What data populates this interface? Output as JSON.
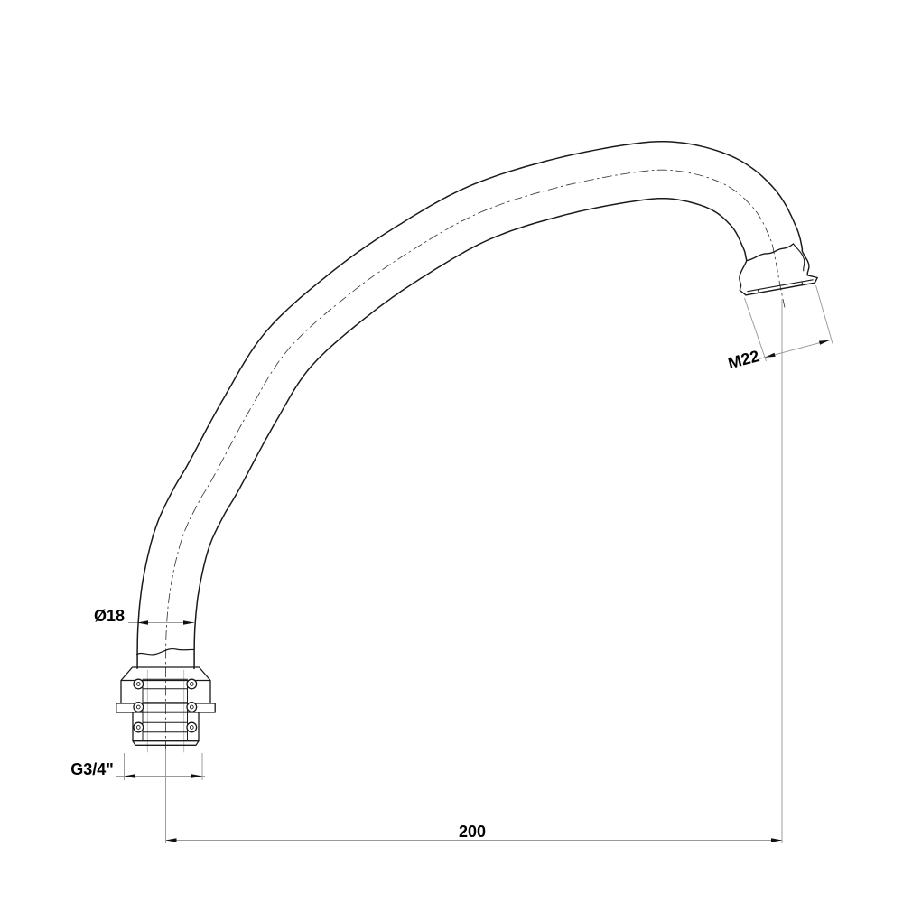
{
  "page": {
    "background": "#ffffff",
    "title": "faucet-spout-technical-drawing"
  },
  "drawing": {
    "component": "swan-neck spout outline with inlet shank and aerator outlet",
    "dimensions": {
      "length": "200",
      "outlet_thread": "M22",
      "tube_diameter": "Ø18",
      "inlet_thread": "G3/4\""
    },
    "colors": {
      "outline": "#1a1a1a",
      "dimension_line": "#9a9a9a",
      "centerline": "#3a3a3a",
      "bore_line": "#b0b0b0",
      "text": "#000000"
    }
  }
}
